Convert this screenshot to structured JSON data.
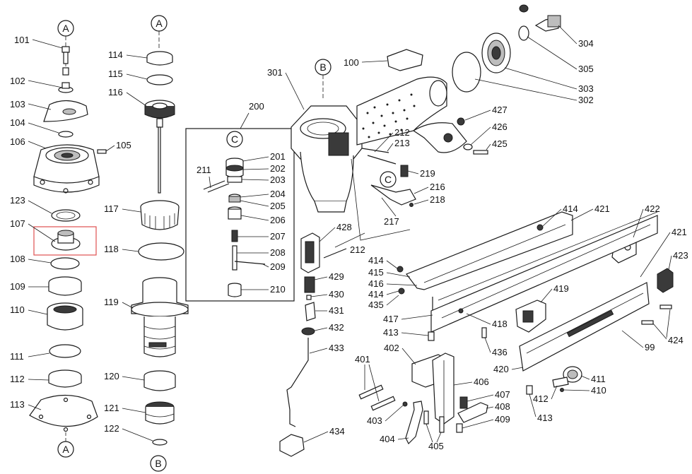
{
  "callouts": {
    "a_top_left": "A",
    "a_top_mid": "A",
    "a_bottom_left": "A",
    "b_bottom_mid": "B",
    "b_body": "B",
    "c_group": "C",
    "c_trigger": "C"
  },
  "group_label": "200",
  "labels": {
    "p101": "101",
    "p102": "102",
    "p103": "103",
    "p104": "104",
    "p105": "105",
    "p106": "106",
    "p107": "107",
    "p108": "108",
    "p109": "109",
    "p110": "110",
    "p111": "111",
    "p112": "112",
    "p113": "113",
    "p114": "114",
    "p115": "115",
    "p116": "116",
    "p117": "117",
    "p118": "118",
    "p119": "119",
    "p120": "120",
    "p121": "121",
    "p122": "122",
    "p123": "123",
    "p201": "201",
    "p202": "202",
    "p203": "203",
    "p204": "204",
    "p205": "205",
    "p206": "206",
    "p207": "207",
    "p208": "208",
    "p209": "209",
    "p210": "210",
    "p211": "211",
    "p212a": "212",
    "p213": "213",
    "p216": "216",
    "p217": "217",
    "p218": "218",
    "p219": "219",
    "p212b": "212",
    "p100": "100",
    "p301": "301",
    "p302": "302",
    "p303": "303",
    "p304": "304",
    "p305": "305",
    "p425": "425",
    "p426": "426",
    "p427": "427",
    "p428": "428",
    "p429": "429",
    "p430": "430",
    "p431": "431",
    "p432": "432",
    "p433": "433",
    "p434": "434",
    "p414a": "414",
    "p421a": "421",
    "p422": "422",
    "p421b": "421",
    "p423": "423",
    "p414b": "414",
    "p415": "415",
    "p416": "416",
    "p414c": "414",
    "p435": "435",
    "p417": "417",
    "p419": "419",
    "p418": "418",
    "p413a": "413",
    "p436": "436",
    "p424": "424",
    "p99": "99",
    "p402": "402",
    "p401": "401",
    "p420": "420",
    "p411": "411",
    "p412": "412",
    "p410": "410",
    "p406": "406",
    "p407": "407",
    "p408": "408",
    "p409": "409",
    "p403": "403",
    "p404": "404",
    "p405": "405",
    "p413b": "413"
  }
}
